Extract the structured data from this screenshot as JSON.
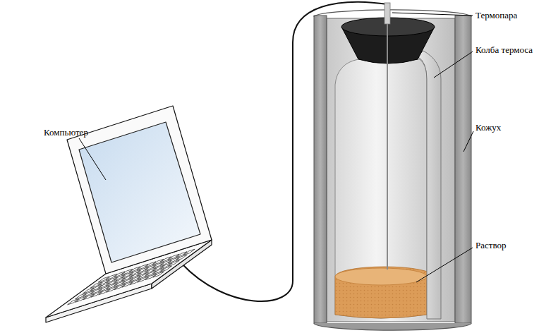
{
  "diagram": {
    "labels": [
      "Термопара",
      "Компьютер",
      "Колба термоса",
      "Кожух",
      "Раствор"
    ]
  }
}
